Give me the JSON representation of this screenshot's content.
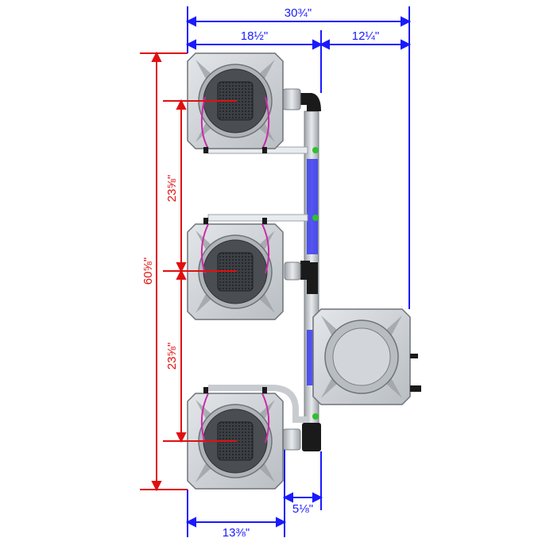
{
  "dimensions": {
    "overall_width": "30¾\"",
    "pot_section_width": "18½\"",
    "reservoir_offset": "12¼\"",
    "overall_height": "60⅝\"",
    "spacing_upper": "23⅝\"",
    "spacing_lower": "23⅝\"",
    "pot_width": "13⅜\"",
    "pipe_gap": "5⅛\""
  },
  "colors": {
    "dimension_blue": "#1a1aff",
    "dimension_red": "#e01010",
    "pot_fill": "#cfd3d8",
    "pot_stroke": "#6e7378",
    "lid_dark": "#4a4d52",
    "pipe_blue": "#3a3af0",
    "hose_magenta": "#cc2aa8"
  },
  "components": {
    "pots": [
      "top-pot",
      "middle-pot",
      "bottom-pot"
    ],
    "reservoir": "reservoir-tank"
  }
}
